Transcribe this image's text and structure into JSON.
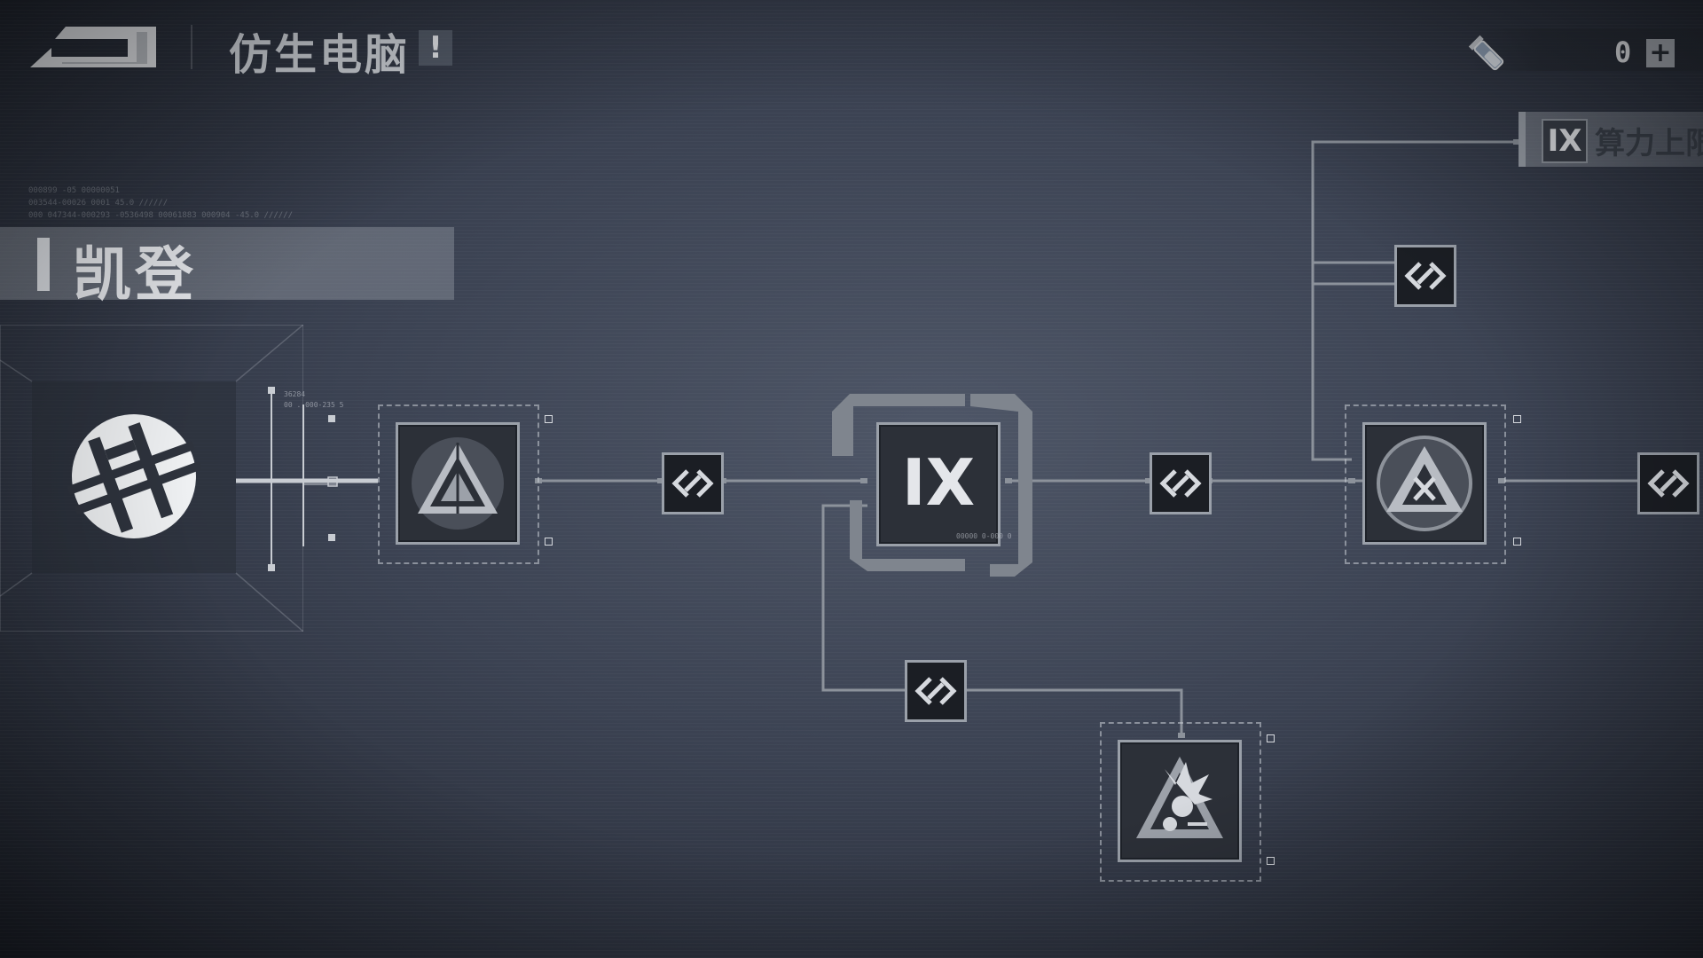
{
  "header": {
    "title": "仿生电脑",
    "alert": "!",
    "currency_count": "0",
    "add_symbol": "+"
  },
  "compute_cap": {
    "label": "算力上限",
    "icon_text": "IX"
  },
  "character": {
    "name": "凯登"
  },
  "micro_text": {
    "line1": "000899  -05 00000051",
    "line2": "003544-00026  0001   45.0  //////",
    "line3": "000 047344-000293 -0536498 00061883 000904  -45.0 //////",
    "emblem_label1": "36284",
    "emblem_label2": "00 . 000-235 5",
    "core_label": "00000 0-000 0"
  },
  "core_chip": {
    "text": "IX"
  },
  "colors": {
    "accent": "#9aa0a9",
    "node_bg": "#2c3038",
    "link_bg": "#1b1e24",
    "line": "#8c929b"
  }
}
